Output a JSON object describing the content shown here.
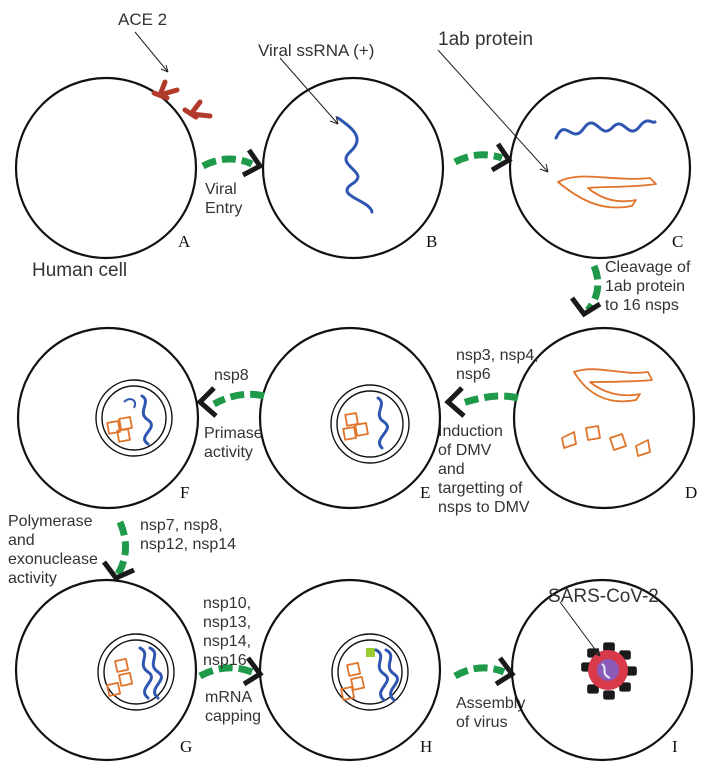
{
  "colors": {
    "cell_outline": "#111111",
    "rna": "#2f56b0",
    "protein": "#e0742a",
    "receptor": "#b23a2a",
    "arrow_green": "#1f9a4a",
    "arrow_dark": "#1a1a1a",
    "virus_body": "#d83a4a",
    "virus_core": "#8a5ab8",
    "cap": "#9acd32"
  },
  "labels": {
    "ace2": "ACE 2",
    "human_cell": "Human cell",
    "viral_ssrna": "Viral ssRNA (+)",
    "protein_1ab": "1ab protein",
    "sars_cov_2": "SARS-CoV-2"
  },
  "cells": [
    {
      "id": "A",
      "letter": "A"
    },
    {
      "id": "B",
      "letter": "B"
    },
    {
      "id": "C",
      "letter": "C"
    },
    {
      "id": "D",
      "letter": "D"
    },
    {
      "id": "E",
      "letter": "E"
    },
    {
      "id": "F",
      "letter": "F"
    },
    {
      "id": "G",
      "letter": "G"
    },
    {
      "id": "H",
      "letter": "H"
    },
    {
      "id": "I",
      "letter": "I"
    }
  ],
  "steps": {
    "a_to_b": [
      "Viral",
      "Entry"
    ],
    "c_to_d": [
      "Cleavage of",
      "1ab protein",
      "to 16 nsps"
    ],
    "d_to_e_top": [
      "nsp3, nsp4,",
      "nsp6"
    ],
    "d_to_e_bottom": [
      "Induction",
      "of DMV",
      "and",
      "targetting of",
      "nsps to DMV"
    ],
    "e_to_f_top": [
      "nsp8"
    ],
    "e_to_f_bottom": [
      "Primase",
      "activity"
    ],
    "f_to_g_left": [
      "Polymerase",
      "and",
      "exonuclease",
      "activity"
    ],
    "f_to_g_right": [
      "nsp7, nsp8,",
      "nsp12, nsp14"
    ],
    "g_to_h_top": [
      "nsp10,",
      "nsp13,",
      "nsp14,",
      "nsp16"
    ],
    "g_to_h_bottom": [
      "mRNA",
      "capping"
    ],
    "h_to_i": [
      "Assembly",
      "of virus"
    ]
  }
}
